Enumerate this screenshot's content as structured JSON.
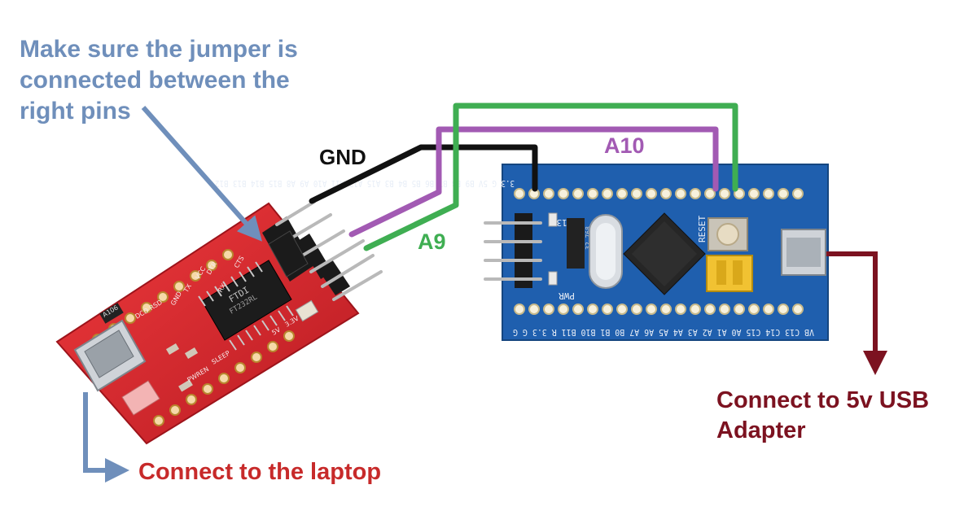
{
  "notes": {
    "jumper": [
      "Make sure the jumper is",
      "connected between the",
      "right pins"
    ],
    "laptop": "Connect to the laptop",
    "usb": [
      "Connect to 5v USB",
      "Adapter"
    ]
  },
  "wires": {
    "gnd": "GND",
    "a10": "A10",
    "a9": "A9"
  },
  "boards": {
    "ftdi": {
      "chip": [
        "FTDI",
        "FT232RL"
      ],
      "part": "A106",
      "pins": [
        "DTR",
        "RX",
        "TX",
        "VCC",
        "CTS",
        "GND"
      ],
      "led_labels": [
        "DCD RSD",
        "PWREN"
      ],
      "side_labels": [
        "SLEEP",
        "5V",
        "3.3V"
      ]
    },
    "stm32": {
      "top_pins": "3.3 G 5V B9 B8 B7 B6 B5 B4 B3 A15 A12 A11 A10 A9 A8 B15 B14 B13 B12",
      "bottom_pins": "VB C13 C14 C15 A0 A1 A2 A3 A4 A5 A6 A7 B0 B1 B10 B11 R 3.3 G G",
      "reset": "RESET",
      "crystal": "32.768",
      "led_top": "PC13",
      "led_bottom": "PWR"
    }
  },
  "colors": {
    "gnd_wire": "#111111",
    "a10_wire": "#a25ab3",
    "a9_wire": "#3fae52",
    "usb_arrow": "#7c1220",
    "laptop_arrow": "#6f8fbb",
    "jumper_arrow": "#6f8fbb",
    "ftdi_board": "#d8262b",
    "stm32_board": "#1f5fae"
  }
}
